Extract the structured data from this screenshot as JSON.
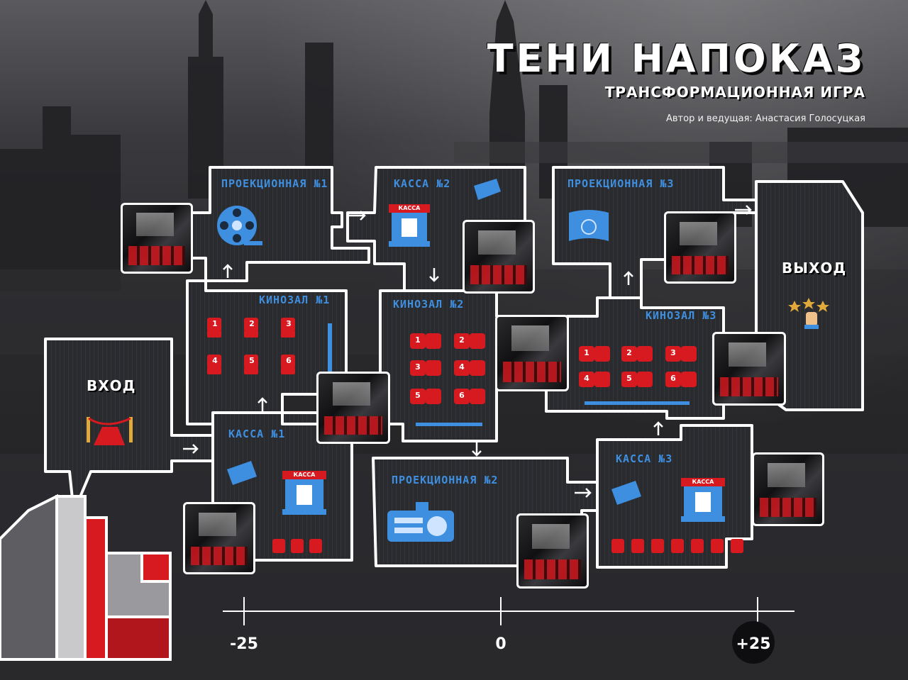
{
  "header": {
    "title": "ТЕНИ НАПОКАЗ",
    "subtitle": "ТРАНСФОРМАЦИОННАЯ ИГРА",
    "author": "Автор и ведущая: Анастасия Голосуцкая"
  },
  "rooms": {
    "entrance": "ВХОД",
    "exit": "ВЫХОД",
    "projection1": "ПРОЕКЦИОННАЯ №1",
    "projection2": "ПРОЕКЦИОННАЯ №2",
    "projection3": "ПРОЕКЦИОННАЯ №3",
    "cashbox1": "КАССА №1",
    "cashbox2": "КАССА №2",
    "cashbox3": "КАССА №3",
    "cinema1": "КИНОЗАЛ №1",
    "cinema2": "КИНОЗАЛ №2",
    "cinema3": "КИНОЗАЛ №3"
  },
  "booth_sign": "КАССА",
  "seat_numbers": [
    "1",
    "2",
    "3",
    "4",
    "5",
    "6"
  ],
  "scale": {
    "left": "-25",
    "center": "0",
    "right": "+25"
  },
  "colors": {
    "accent_blue": "#3f8fe0",
    "accent_red": "#d71920",
    "room_fill": "#2b2c30",
    "outline": "#ffffff"
  },
  "icons": [
    "film-reel-icon",
    "ticket-icon",
    "ticket-booth-icon",
    "projector-icon",
    "screen-icon",
    "red-carpet-icon",
    "stars-hand-icon",
    "seat-icon",
    "arrow-icon"
  ]
}
